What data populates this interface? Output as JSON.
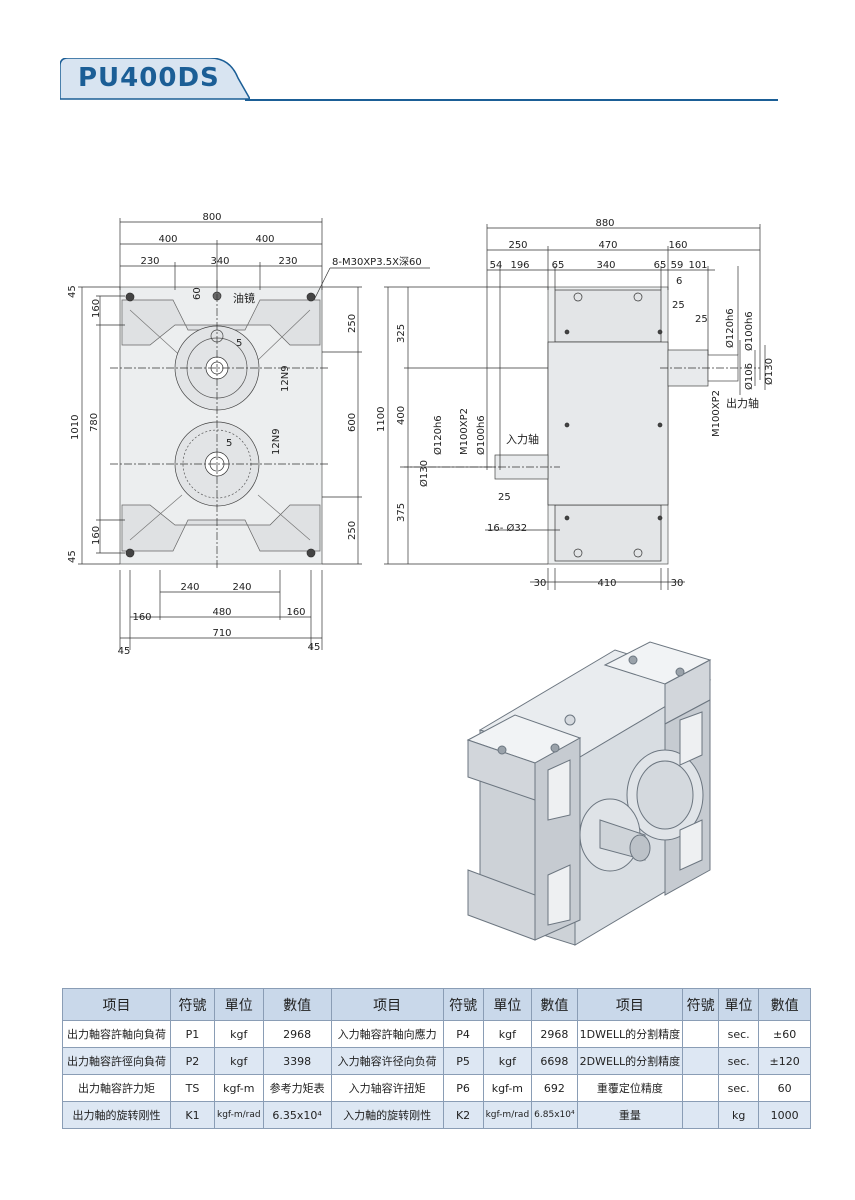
{
  "header": {
    "model": "PU400DS"
  },
  "front_view": {
    "top_total": "800",
    "top_halves": [
      "400",
      "400"
    ],
    "top_segments": [
      "230",
      "340",
      "230"
    ],
    "hole_note": "8-M30XP3.5X深60",
    "oil_plug": "油镜",
    "dim_60": "60",
    "keyway_a": "5",
    "keyway_b": "5",
    "key_a": "12N9",
    "key_b": "12N9",
    "left_outer": "1010",
    "left_inner": "780",
    "left_top_45": "45",
    "left_bottom_45": "45",
    "left_top_160": "160",
    "left_bottom_160": "160",
    "right_250_top": "250",
    "right_600": "600",
    "right_250_bottom": "250",
    "bottom_240": [
      "240",
      "240"
    ],
    "bottom_480": "480",
    "bottom_160": [
      "160",
      "160"
    ],
    "bottom_710": "710",
    "bottom_45": [
      "45",
      "45"
    ]
  },
  "side_view": {
    "top_total": "880",
    "top_parts": [
      "250",
      "470",
      "160"
    ],
    "seg_row": [
      "54",
      "196",
      "65",
      "340",
      "65",
      "59",
      "101"
    ],
    "small_dims": [
      "6",
      "25",
      "25"
    ],
    "left_1100": "1100",
    "left_325": "325",
    "left_400": "400",
    "left_375": "375",
    "in_dims": [
      "Ø120h6",
      "M100XP2",
      "Ø100h6",
      "Ø130"
    ],
    "in_shaft": "入力轴",
    "dim_25": "25",
    "hole_note": "16- Ø32",
    "out_dims": [
      "Ø120h6",
      "Ø100h6",
      "Ø106",
      "Ø130",
      "M100XP2"
    ],
    "out_shaft": "出力轴",
    "bottom_dims": [
      "30",
      "410",
      "30"
    ]
  },
  "table": {
    "headers": [
      "项目",
      "符號",
      "單位",
      "數值",
      "项目",
      "符號",
      "單位",
      "數值",
      "项目",
      "符號",
      "單位",
      "數值"
    ],
    "rows": [
      [
        "出力軸容許軸向負荷",
        "P1",
        "kgf",
        "2968",
        "入力軸容許軸向應力",
        "P4",
        "kgf",
        "2968",
        "1DWELL的分割精度",
        "",
        "sec.",
        "±60"
      ],
      [
        "出力軸容許徑向負荷",
        "P2",
        "kgf",
        "3398",
        "入力軸容许径向负荷",
        "P5",
        "kgf",
        "6698",
        "2DWELL的分割精度",
        "",
        "sec.",
        "±120"
      ],
      [
        "出力軸容許力矩",
        "TS",
        "kgf-m",
        "参考力矩表",
        "入力轴容许扭矩",
        "P6",
        "kgf-m",
        "692",
        "重覆定位精度",
        "",
        "sec.",
        "60"
      ],
      [
        "出力軸的旋转刚性",
        "K1",
        "kgf-m/rad",
        "6.35x10⁴",
        "入力軸的旋转刚性",
        "K2",
        "kgf-m/rad",
        "6.85x10⁴",
        "重量",
        "",
        "kg",
        "1000"
      ]
    ]
  },
  "colors": {
    "brand": "#1b5e96",
    "tab": "#c9d8ea",
    "line": "#2b3f63"
  }
}
